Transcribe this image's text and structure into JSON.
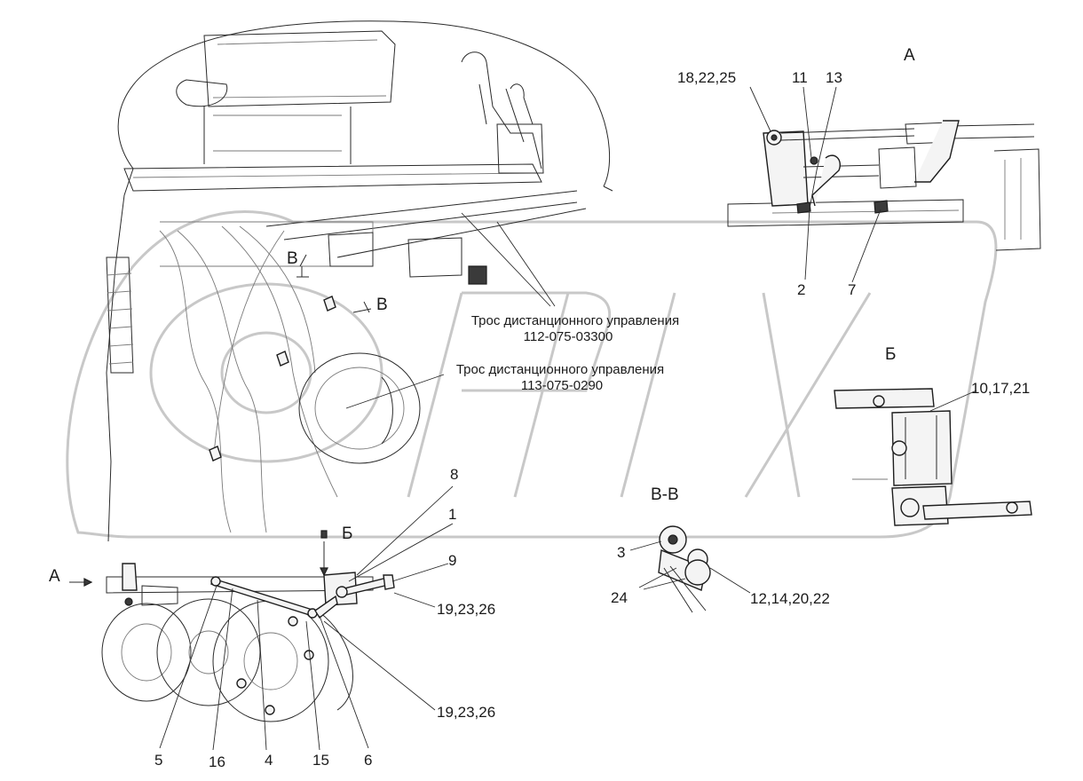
{
  "view_labels": {
    "view_a_title": "А",
    "view_a_arrow": "А",
    "view_b_title": "Б",
    "view_b_arrow": "Б",
    "section_v_title": "В-В",
    "section_v_marker_top": "В",
    "section_v_marker_right": "В"
  },
  "cables": {
    "cable_1_name": "Трос дистанционного управления",
    "cable_1_code": "112-075-03300",
    "cable_2_name": "Трос дистанционного управления",
    "cable_2_code": "113-075-0290"
  },
  "callouts": {
    "c_18_22_25": "18,22,25",
    "c_11": "11",
    "c_13": "13",
    "c_2": "2",
    "c_7": "7",
    "c_10_17_21": "10,17,21",
    "c_8": "8",
    "c_1": "1",
    "c_9": "9",
    "c_19_23_26_top": "19,23,26",
    "c_19_23_26_bottom": "19,23,26",
    "c_3": "3",
    "c_24": "24",
    "c_12_14_20_22": "12,14,20,22",
    "c_5": "5",
    "c_16": "16",
    "c_4": "4",
    "c_15": "15",
    "c_6": "6"
  },
  "watermark": {
    "text": "OPEX",
    "color": "#c8c8c8"
  },
  "colors": {
    "ink": "#1e1e1e",
    "thin_line": "#7a7a7a",
    "background": "#ffffff"
  }
}
